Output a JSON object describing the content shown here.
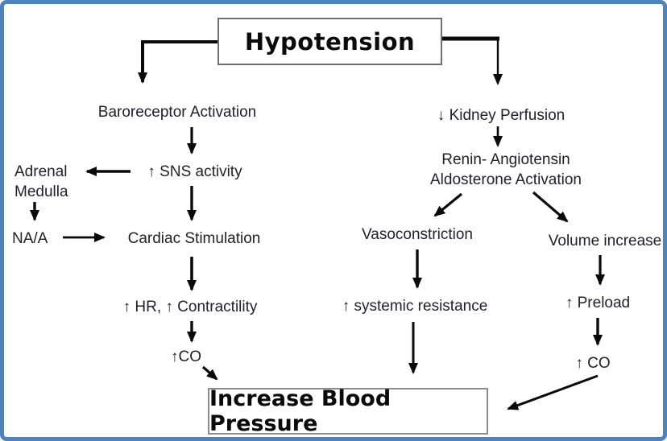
{
  "colors": {
    "border": "#4f81bd",
    "text": "#212129",
    "arrow": "#0a0a0a"
  },
  "diagram": {
    "title": "Hypotension",
    "outcome": "Increase Blood Pressure",
    "left_branch": {
      "baroreceptor": "Baroreceptor Activation",
      "sns": "↑ SNS activity",
      "adrenal_line1": "Adrenal",
      "adrenal_line2": "Medulla",
      "naa": "NA/A",
      "cardiac": "Cardiac Stimulation",
      "hr_contractility": "↑ HR, ↑ Contractility",
      "co": "↑CO"
    },
    "right_branch": {
      "kidney": "↓ Kidney Perfusion",
      "raas_line1": "Renin- Angiotensin",
      "raas_line2": "Aldosterone Activation",
      "vasoconstriction": "Vasoconstriction",
      "volume": "Volume increase",
      "systemic_resistance": "↑ systemic resistance",
      "preload": "↑ Preload",
      "co": "↑ CO"
    }
  }
}
